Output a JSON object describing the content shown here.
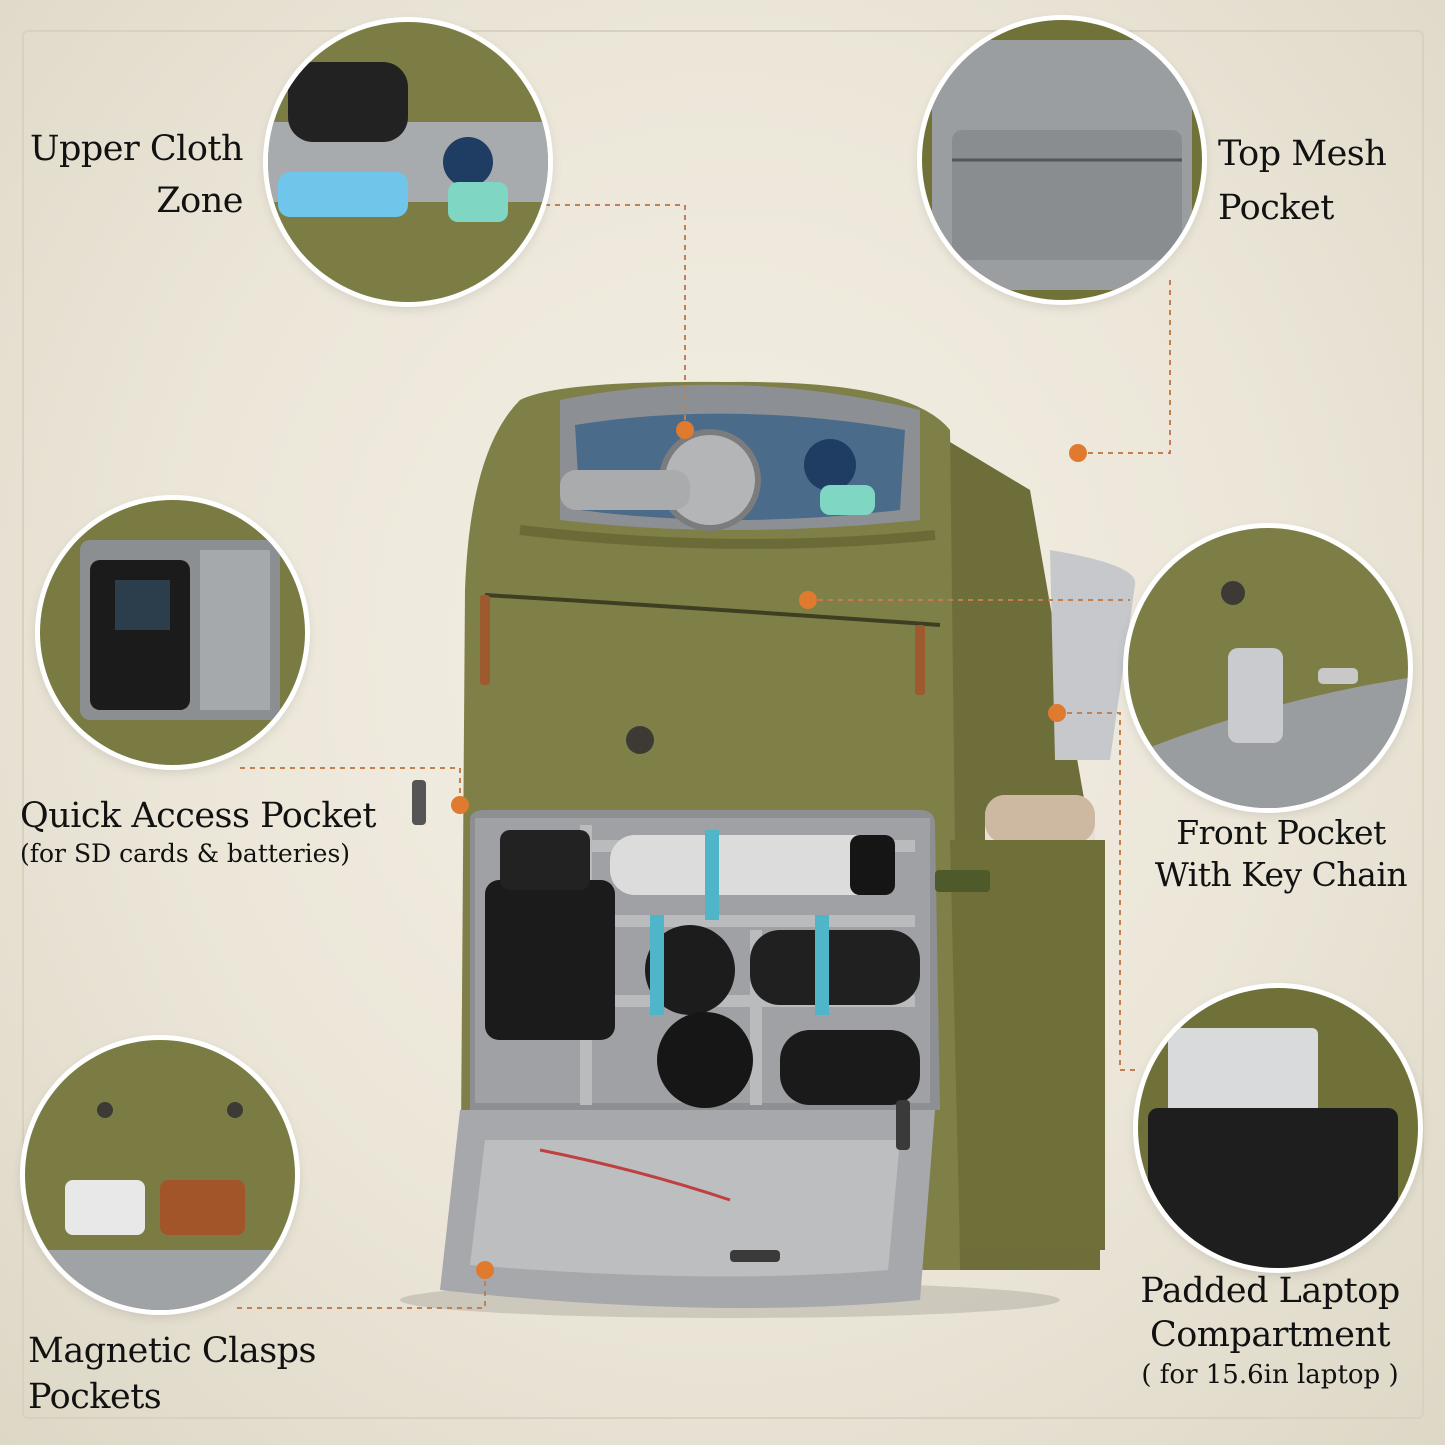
{
  "callouts": {
    "upper_cloth": {
      "line1": "Upper Cloth",
      "line2": "Zone"
    },
    "top_mesh": {
      "line1": "Top Mesh",
      "line2": "Pocket"
    },
    "quick_access": {
      "title": "Quick Access Pocket",
      "note": "(for SD cards & batteries)"
    },
    "front_pocket": {
      "line1": "Front Pocket",
      "line2": "With Key Chain"
    },
    "magnetic": {
      "line1": "Magnetic Clasps",
      "line2": "Pockets"
    },
    "laptop": {
      "line1": "Padded Laptop",
      "line2": "Compartment",
      "note": "( for 15.6in laptop )"
    }
  },
  "colors": {
    "canvas_olive": "#7c7d45",
    "interior_gray": "#a3a6a8",
    "accent_orange": "#e07a2f",
    "leather_brown": "#9c5a2e"
  }
}
